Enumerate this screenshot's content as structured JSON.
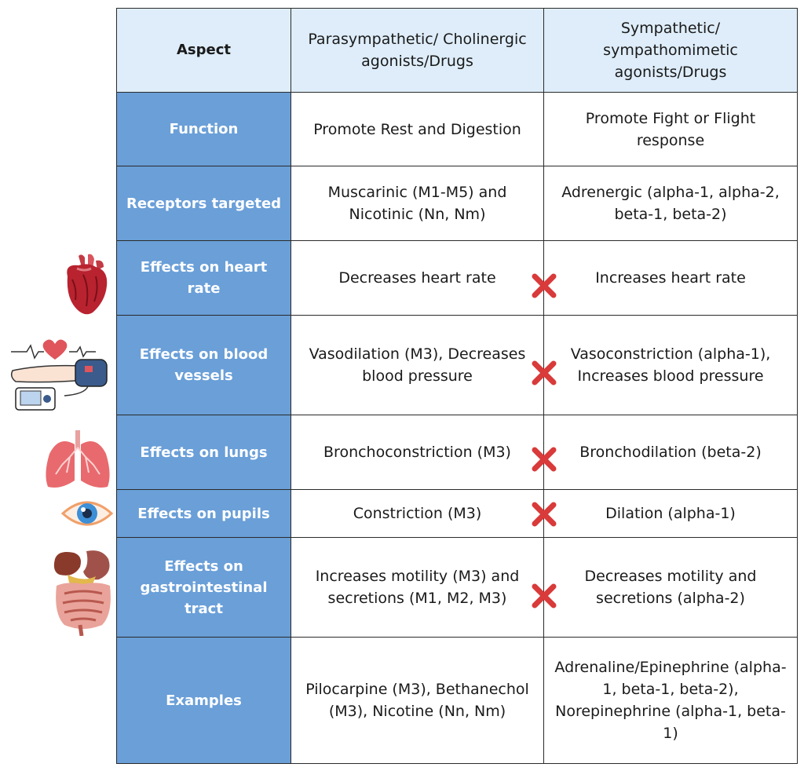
{
  "table": {
    "header": {
      "aspect": "Aspect",
      "parasympathetic": "Parasympathetic/ Cholinergic agonists/Drugs",
      "sympathetic": "Sympathetic/ sympathomimetic agonists/Drugs"
    },
    "rows": [
      {
        "aspect": "Function",
        "parasympathetic": "Promote Rest and Digestion",
        "sympathetic": "Promote Fight or Flight response",
        "contrast_mark": false
      },
      {
        "aspect": "Receptors targeted",
        "parasympathetic": "Muscarinic (M1-M5) and Nicotinic (Nn, Nm)",
        "sympathetic": "Adrenergic (alpha-1, alpha-2, beta-1, beta-2)",
        "contrast_mark": false
      },
      {
        "aspect": "Effects on heart rate",
        "parasympathetic": "Decreases heart rate",
        "sympathetic": "Increases heart rate",
        "contrast_mark": true,
        "icon": "heart-icon"
      },
      {
        "aspect": "Effects on blood vessels",
        "parasympathetic": "Vasodilation (M3), Decreases blood pressure",
        "sympathetic": "Vasoconstriction (alpha-1), Increases blood pressure",
        "contrast_mark": true,
        "icon": "blood-pressure-monitor-icon"
      },
      {
        "aspect": "Effects on lungs",
        "parasympathetic": "Bronchoconstriction (M3)",
        "sympathetic": "Bronchodilation (beta-2)",
        "contrast_mark": true,
        "icon": "lungs-icon"
      },
      {
        "aspect": "Effects on pupils",
        "parasympathetic": "Constriction (M3)",
        "sympathetic": "Dilation (alpha-1)",
        "contrast_mark": true,
        "icon": "eye-icon"
      },
      {
        "aspect": "Effects on gastrointestinal tract",
        "parasympathetic": "Increases motility (M3) and secretions (M1, M2, M3)",
        "sympathetic": "Decreases motility and secretions (alpha-2)",
        "contrast_mark": true,
        "icon": "digestive-system-icon"
      },
      {
        "aspect": "Examples",
        "parasympathetic": "Pilocarpine (M3), Bethanechol (M3), Nicotine (Nn, Nm)",
        "sympathetic": "Adrenaline/Epinephrine (alpha-1, beta-1, beta-2), Norepinephrine (alpha-1, beta-1)",
        "contrast_mark": false
      }
    ]
  },
  "colors": {
    "header_bg": "#deedf9",
    "label_bg": "#6a9fd8",
    "label_text": "#ffffff",
    "border": "#2a2a2a",
    "contrast_mark": "#d93a3a"
  }
}
